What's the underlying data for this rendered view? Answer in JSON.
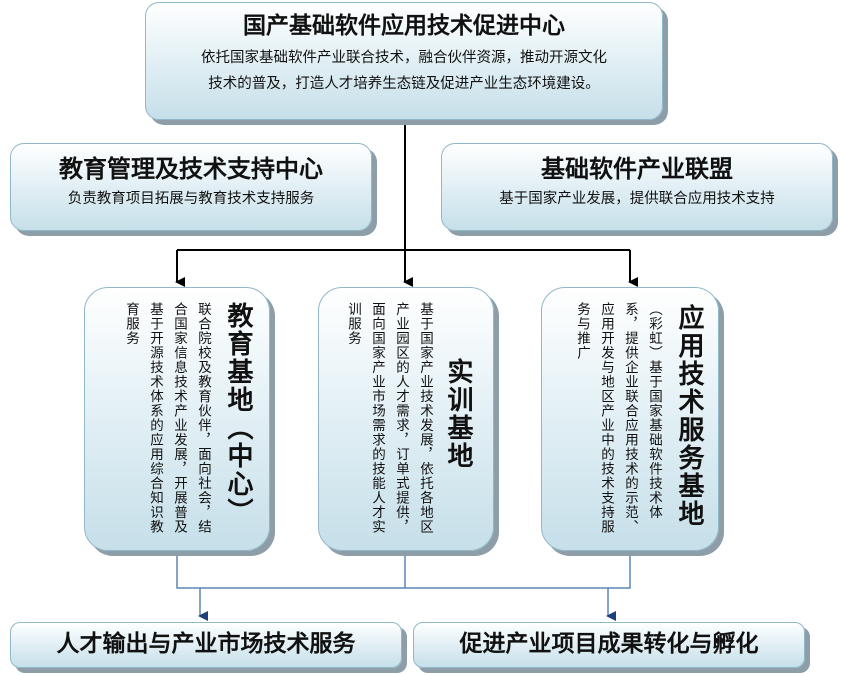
{
  "top": {
    "title": "国产基础软件应用技术促进中心",
    "desc_line1": "依托国家基础软件产业联合技术，融合伙伴资源，推动开源文化",
    "desc_line2": "技术的普及，打造人才培养生态链及促进产业生态环境建设。"
  },
  "left_mid": {
    "title": "教育管理及技术支持中心",
    "desc": "负责教育项目拓展与教育技术支持服务"
  },
  "right_mid": {
    "title": "基础软件产业联盟",
    "desc": "基于国家产业发展，提供联合应用技术支持"
  },
  "base_edu": {
    "title": "教育基地（中心）",
    "desc": "联合院校及教育伙伴，面向社会，结合国家信息技术产业发展，开展普及基于开源技术体系的应用综合知识教育服务"
  },
  "base_train": {
    "title": "实训基地",
    "desc": "基于国家产业技术发展，依托各地区产业园区的人才需求，订单式提供，面向国家产业市场需求的技能人才实训服务"
  },
  "base_app": {
    "title": "应用技术服务基地",
    "desc": "（彩虹）基于国家基础软件技术体系，提供企业联合应用技术的示范、应用开发与地区产业中的技术支持服务与推广"
  },
  "outputs": {
    "left": "人才输出与产业市场技术服务",
    "right": "促进产业项目成果转化与孵化"
  },
  "colors": {
    "box_border": "#8fb8c8",
    "box_fill_top": "#ffffff",
    "box_fill_bottom": "#c6dfe9",
    "shadow": "#8e9ea8",
    "connector": "#000000",
    "connector_blue": "#5d86b8"
  }
}
